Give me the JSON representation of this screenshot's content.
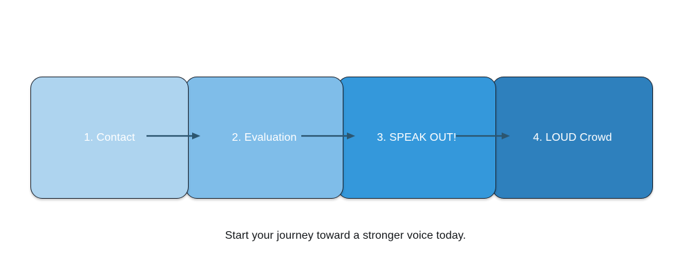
{
  "diagram": {
    "type": "process-flow",
    "orientation": "horizontal",
    "caption": "Start your journey toward a stronger voice today.",
    "arrow_color": "#2c5670",
    "border_color": "#1b2430",
    "label_color": "#ffffff",
    "caption_color": "#111417",
    "steps": [
      {
        "label": "1. Contact",
        "color": "#aed4ef"
      },
      {
        "label": "2. Evaluation",
        "color": "#7fbde9"
      },
      {
        "label": "3. SPEAK OUT!",
        "color": "#3498db"
      },
      {
        "label": "4. LOUD Crowd",
        "color": "#2e80bd"
      }
    ],
    "connectors": [
      {
        "from": "1. Contact",
        "to": "2. Evaluation"
      },
      {
        "from": "2. Evaluation",
        "to": "3. SPEAK OUT!"
      },
      {
        "from": "3. SPEAK OUT!",
        "to": "4. LOUD Crowd"
      }
    ]
  }
}
